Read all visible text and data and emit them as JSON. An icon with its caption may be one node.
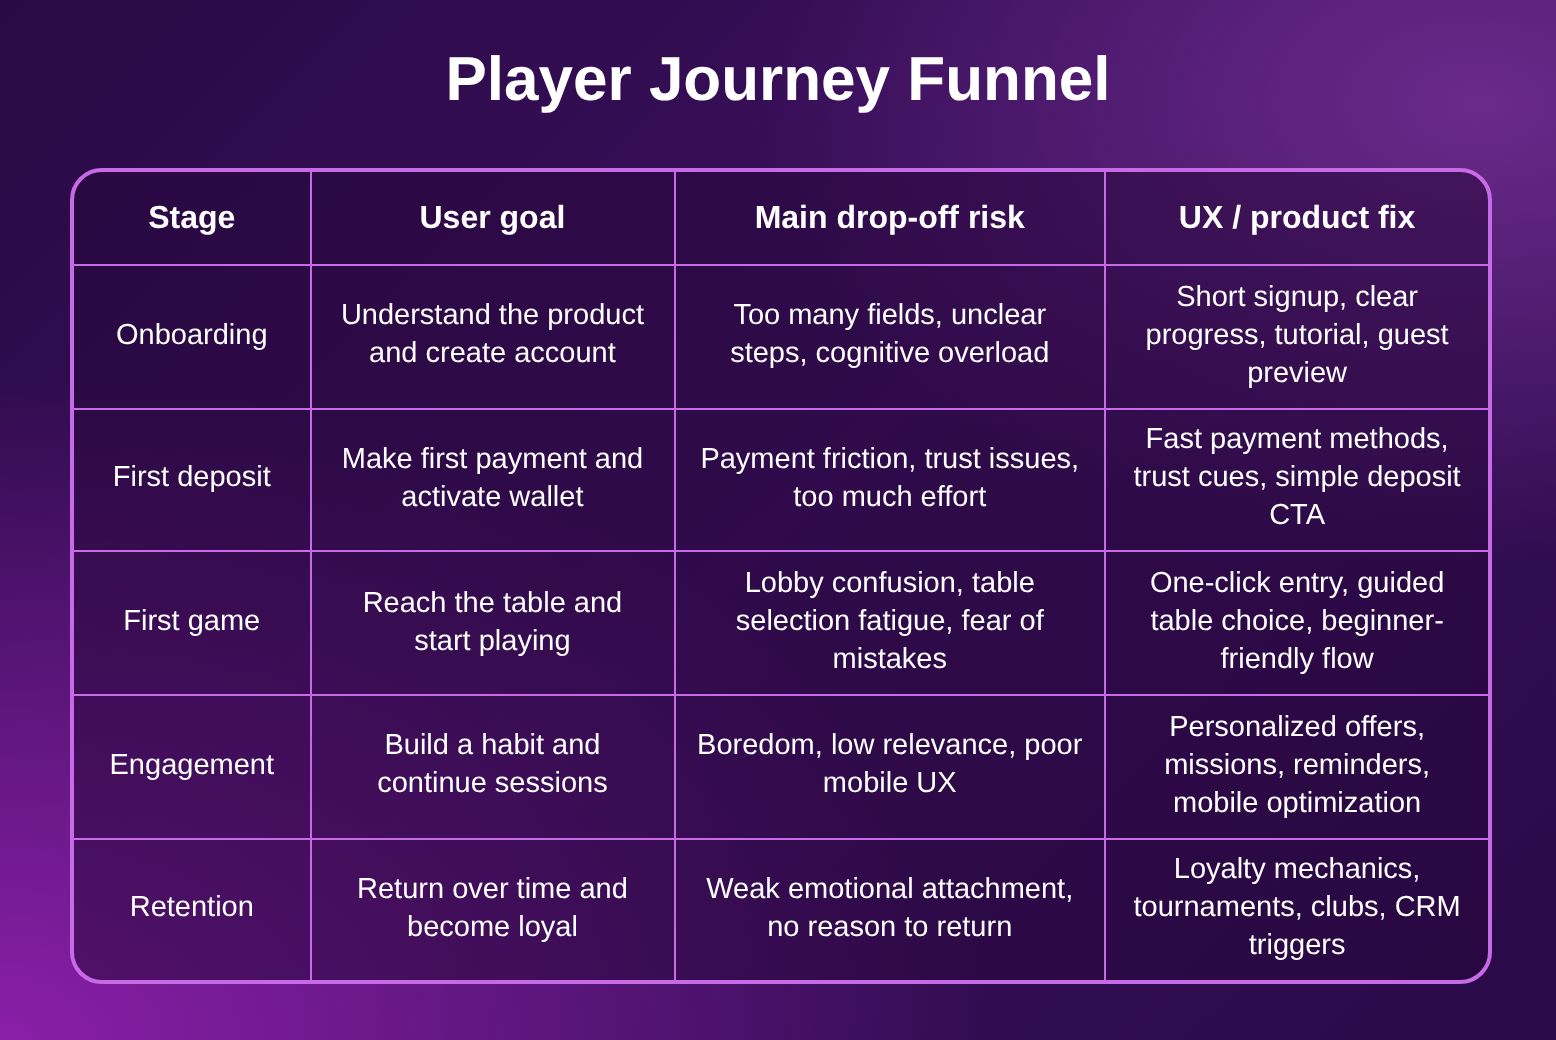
{
  "diagram": {
    "title": "Player Journey Funnel",
    "labels": [
      "Stage",
      "User goal",
      "Main drop-off risk",
      "UX / product fix",
      "Onboarding",
      "Understand the product and create account",
      "Too many fields, unclear steps, cognitive overload",
      "Short signup, clear progress, tutorial, guest preview",
      "First deposit",
      "Make first payment and activate wallet",
      "Payment friction, trust issues, too much effort",
      "Fast payment methods, trust cues, simple deposit CTA",
      "First game",
      "Reach the table and start playing",
      "Lobby confusion, table selection fatigue, fear of mistakes",
      "One-click entry, guided table choice, beginner-friendly flow",
      "Engagement",
      "Build a habit and continue sessions",
      "Boredom, low relevance, poor mobile UX",
      "Personalized offers, missions, reminders, mobile optimization",
      "Retention",
      "Return over time and become loyal",
      "Weak emotional attachment, no reason to return",
      "Loyalty mechanics, tournaments, clubs, CRM triggers"
    ]
  }
}
